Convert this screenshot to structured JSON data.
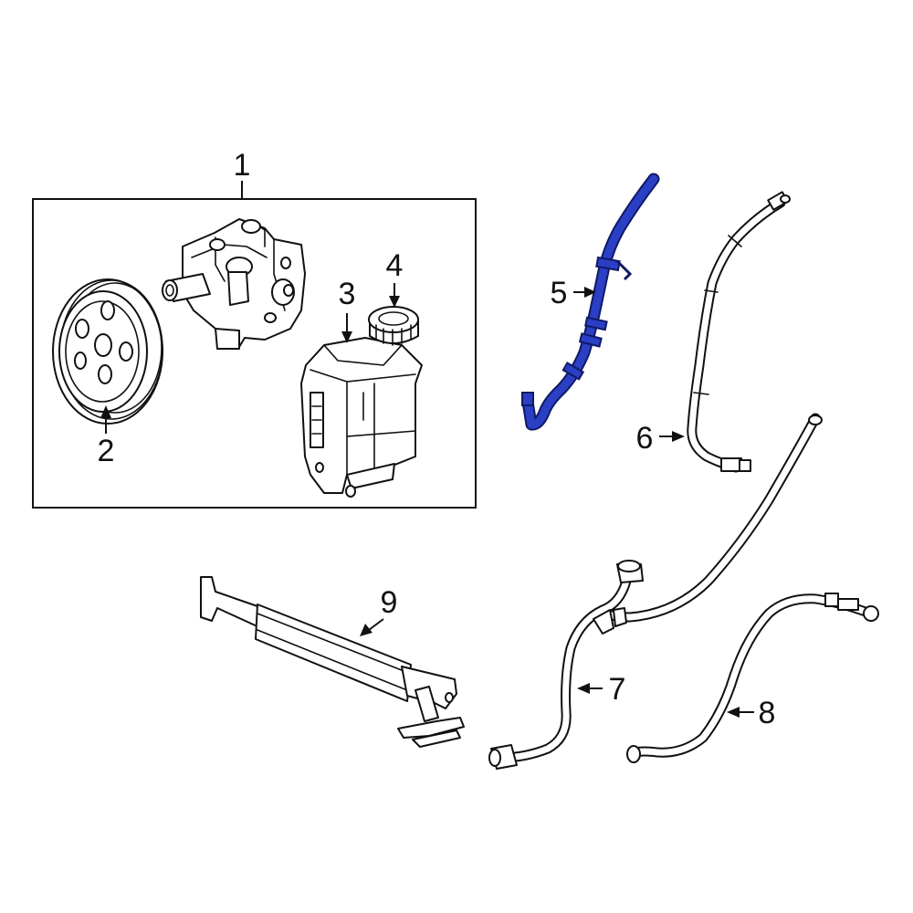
{
  "colors": {
    "highlight": "#2a3fc4",
    "highlight_outline": "#0f1a66",
    "line": "#111111",
    "background": "#ffffff"
  },
  "callouts": [
    {
      "id": "1",
      "label": "1",
      "part": "power-steering-pump-assembly"
    },
    {
      "id": "2",
      "label": "2",
      "part": "pulley"
    },
    {
      "id": "3",
      "label": "3",
      "part": "reservoir"
    },
    {
      "id": "4",
      "label": "4",
      "part": "reservoir-cap"
    },
    {
      "id": "5",
      "label": "5",
      "part": "pressure-hose",
      "highlighted": true
    },
    {
      "id": "6",
      "label": "6",
      "part": "hose"
    },
    {
      "id": "7",
      "label": "7",
      "part": "return-hose"
    },
    {
      "id": "8",
      "label": "8",
      "part": "hose"
    },
    {
      "id": "9",
      "label": "9",
      "part": "cooler"
    }
  ]
}
